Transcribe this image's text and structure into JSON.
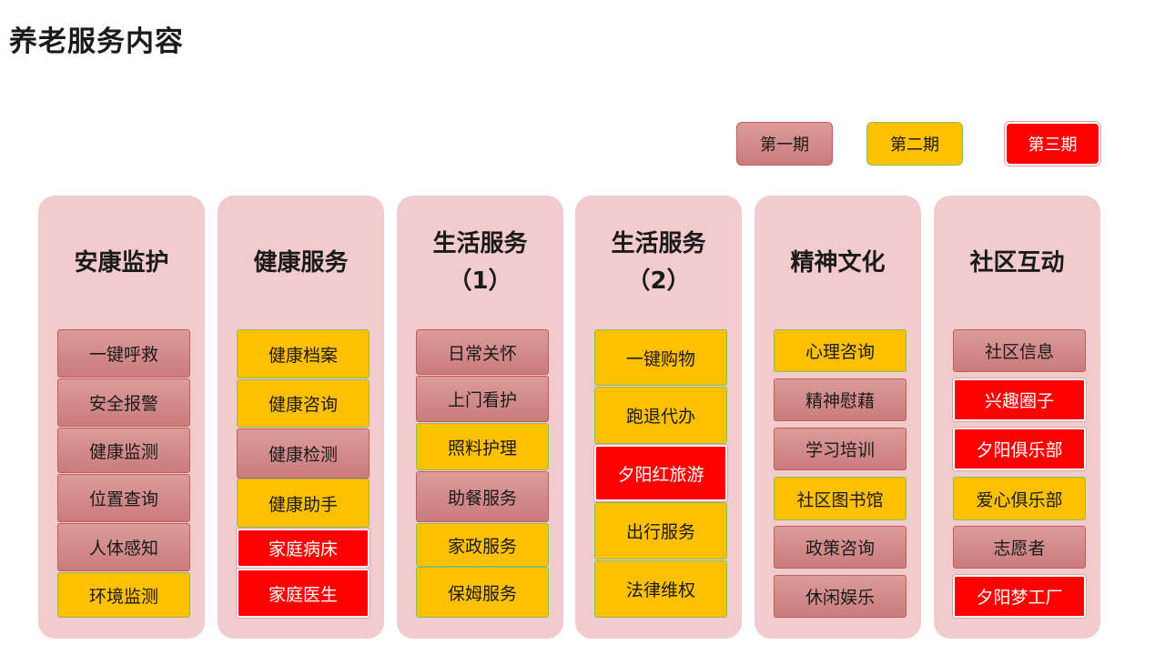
{
  "title": "养老服务内容",
  "legend": [
    {
      "label": "第一期",
      "phase": "phase1"
    },
    {
      "label": "第二期",
      "phase": "phase2"
    },
    {
      "label": "第三期",
      "phase": "phase3"
    }
  ],
  "colors": {
    "column_bg": "#f2cbcc",
    "phase1": "#d68d8c",
    "phase2": "#ffc000",
    "phase3": "#ff0000"
  },
  "columns": [
    {
      "title": [
        "安康监护"
      ],
      "items": [
        {
          "label": "一键呼救",
          "phase": "phase1"
        },
        {
          "label": "安全报警",
          "phase": "phase1"
        },
        {
          "label": "健康监测",
          "phase": "phase1"
        },
        {
          "label": "位置查询",
          "phase": "phase1"
        },
        {
          "label": "人体感知",
          "phase": "phase1"
        },
        {
          "label": "环境监测",
          "phase": "phase2"
        }
      ]
    },
    {
      "title": [
        "健康服务"
      ],
      "items": [
        {
          "label": "健康档案",
          "phase": "phase2"
        },
        {
          "label": "健康咨询",
          "phase": "phase2"
        },
        {
          "label": "健康检测",
          "phase": "phase1"
        },
        {
          "label": "健康助手",
          "phase": "phase2"
        },
        {
          "label": "家庭病床",
          "phase": "phase3"
        },
        {
          "label": "家庭医生",
          "phase": "phase3"
        }
      ]
    },
    {
      "title": [
        "生活服务",
        "（1）"
      ],
      "items": [
        {
          "label": "日常关怀",
          "phase": "phase1"
        },
        {
          "label": "上门看护",
          "phase": "phase1"
        },
        {
          "label": "照料护理",
          "phase": "phase2"
        },
        {
          "label": "助餐服务",
          "phase": "phase1"
        },
        {
          "label": "家政服务",
          "phase": "phase2"
        },
        {
          "label": "保姆服务",
          "phase": "phase2"
        }
      ]
    },
    {
      "title": [
        "生活服务",
        "（2）"
      ],
      "items": [
        {
          "label": "一键购物",
          "phase": "phase2"
        },
        {
          "label": "跑退代办",
          "phase": "phase2"
        },
        {
          "label": "夕阳红旅游",
          "phase": "phase3"
        },
        {
          "label": "出行服务",
          "phase": "phase2"
        },
        {
          "label": "法律维权",
          "phase": "phase2"
        }
      ]
    },
    {
      "title": [
        "精神文化"
      ],
      "items": [
        {
          "label": "心理咨询",
          "phase": "phase2"
        },
        {
          "label": "精神慰藉",
          "phase": "phase1"
        },
        {
          "label": "学习培训",
          "phase": "phase1"
        },
        {
          "label": "社区图书馆",
          "phase": "phase2"
        },
        {
          "label": "政策咨询",
          "phase": "phase1"
        },
        {
          "label": "休闲娱乐",
          "phase": "phase1"
        }
      ]
    },
    {
      "title": [
        "社区互动"
      ],
      "items": [
        {
          "label": "社区信息",
          "phase": "phase1"
        },
        {
          "label": "兴趣圈子",
          "phase": "phase3"
        },
        {
          "label": "夕阳俱乐部",
          "phase": "phase3"
        },
        {
          "label": "爱心俱乐部",
          "phase": "phase2"
        },
        {
          "label": "志愿者",
          "phase": "phase1"
        },
        {
          "label": "夕阳梦工厂",
          "phase": "phase3"
        }
      ]
    }
  ]
}
